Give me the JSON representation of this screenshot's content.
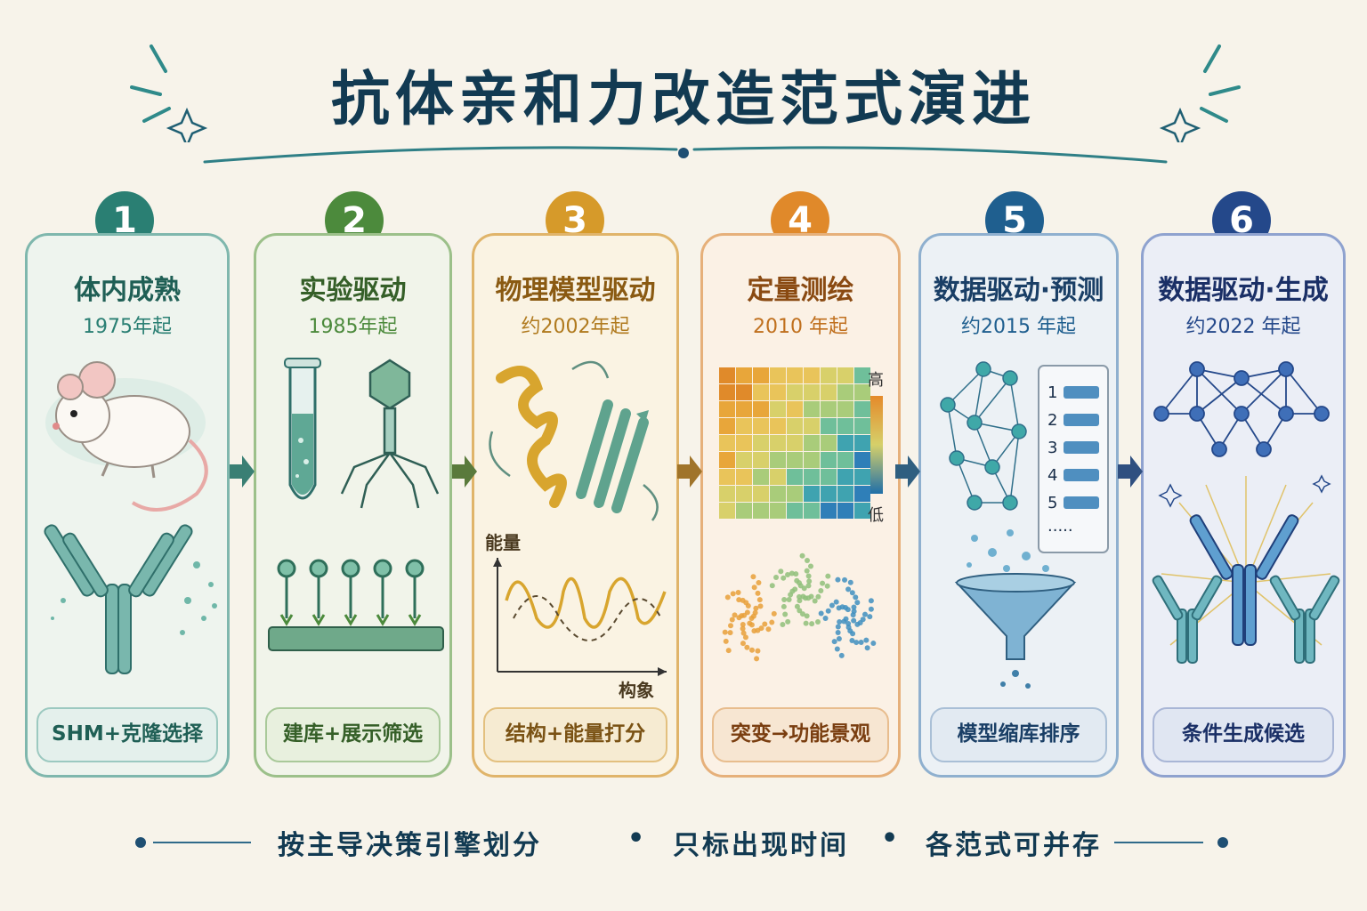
{
  "title": "抗体亲和力改造范式演进",
  "stages": [
    {
      "num": "1",
      "title": "体内成熟",
      "year": "1975年起",
      "tag": "SHM+克隆选择",
      "color": "#2a7f73"
    },
    {
      "num": "2",
      "title": "实验驱动",
      "year": "1985年起",
      "tag": "建库+展示筛选",
      "color": "#4c8a3c"
    },
    {
      "num": "3",
      "title": "物理模型驱动",
      "year": "约2002年起",
      "tag": "结构+能量打分",
      "color": "#d69a2a",
      "plot": {
        "ylabel": "能量",
        "xlabel": "构象"
      }
    },
    {
      "num": "4",
      "title": "定量测绘",
      "year": "2010 年起",
      "tag": "突变→功能景观",
      "color": "#e0892a",
      "scale": {
        "high": "高",
        "low": "低"
      }
    },
    {
      "num": "5",
      "title": "数据驱动·预测",
      "year": "约2015 年起",
      "tag": "模型缩库排序",
      "color": "#1f5f8f",
      "ranks": [
        "1",
        "2",
        "3",
        "4",
        "5",
        "·····"
      ]
    },
    {
      "num": "6",
      "title": "数据驱动·生成",
      "year": "约2022 年起",
      "tag": "条件生成候选",
      "color": "#24488a"
    }
  ],
  "footer": {
    "part1": "按主导决策引擎划分",
    "part2": "只标出现时间",
    "part3": "各范式可并存",
    "sep": "•"
  }
}
